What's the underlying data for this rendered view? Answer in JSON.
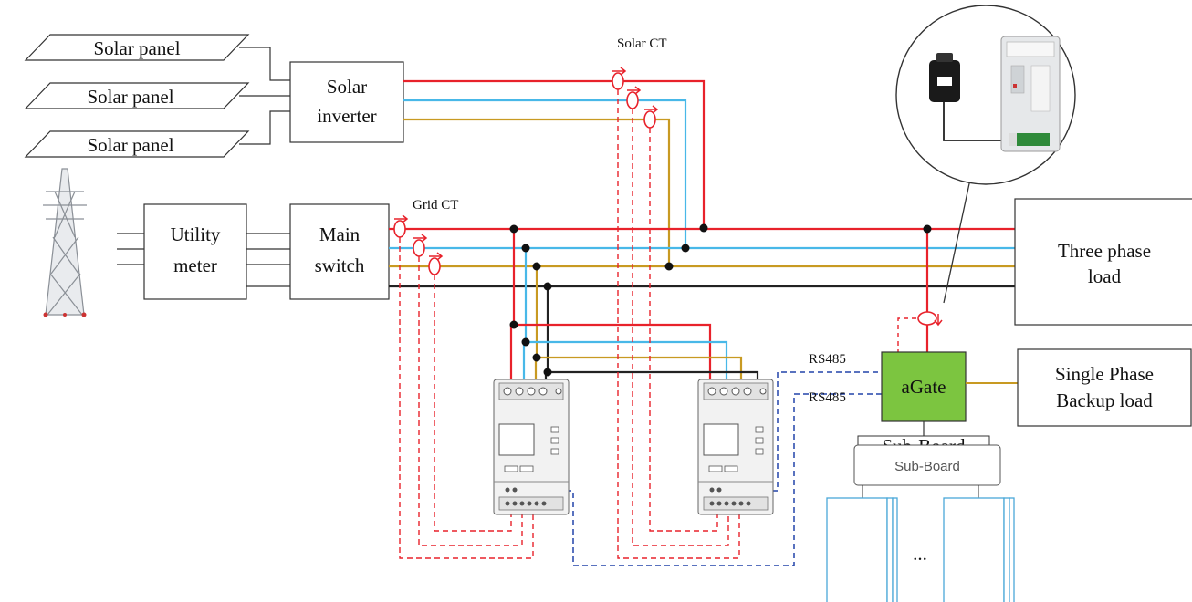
{
  "labels": {
    "solar_panel_1": "Solar panel",
    "solar_panel_2": "Solar panel",
    "solar_panel_3": "Solar panel",
    "solar_inverter_line1": "Solar",
    "solar_inverter_line2": "inverter",
    "utility_meter_line1": "Utility",
    "utility_meter_line2": "meter",
    "main_switch_line1": "Main",
    "main_switch_line2": "switch",
    "solar_ct": "Solar CT",
    "grid_ct": "Grid CT",
    "three_phase_load_line1": "Three phase",
    "three_phase_load_line2": "load",
    "single_phase_backup_line1": "Single Phase",
    "single_phase_backup_line2": "Backup load",
    "agate": "aGate",
    "rs485_top": "RS485",
    "rs485_bottom": "RS485",
    "sub_board_back": "Sub-Board",
    "sub_board_front": "Sub-Board",
    "ellipsis": "..."
  },
  "colors": {
    "phase_l1": "#e8222b",
    "phase_l2": "#48b8e8",
    "phase_l3": "#c89a22",
    "neutral": "#222222",
    "ct_signal": "#e8222b",
    "rs485": "#2244aa",
    "agate_fill": "#7cc540",
    "battery": "#4aa8d8"
  }
}
